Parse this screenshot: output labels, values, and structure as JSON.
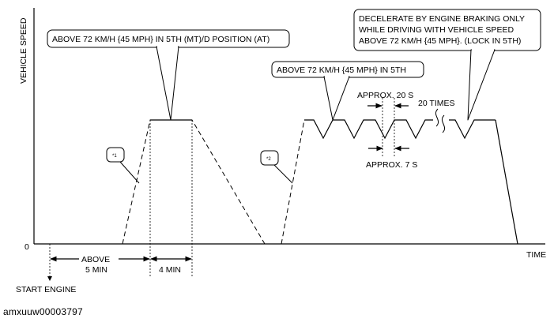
{
  "axes": {
    "y_label": "VEHICLE SPEED",
    "x_label": "TIME",
    "origin_label": "0"
  },
  "callouts": {
    "phase1": "ABOVE 72 KM/H {45 MPH} IN 5TH (MT)/D POSITION (AT)",
    "phase2": "ABOVE 72 KM/H {45 MPH} IN 5TH",
    "decel": [
      "DECELERATE BY ENGINE BRAKING ONLY",
      "WHILE DRIVING WITH VEHICLE SPEED",
      "ABOVE 72 KM/H {45 MPH}. (LOCK IN 5TH)"
    ]
  },
  "notes": {
    "note1": "*1",
    "note2": "*2"
  },
  "timing": {
    "approx_20": "APPROX. 20 S",
    "approx_7": "APPROX. 7 S",
    "repeat": "20 TIMES",
    "above": "ABOVE",
    "five_min": "5 MIN",
    "four_min": "4 MIN",
    "start_engine": "START ENGINE"
  },
  "reference_id": "amxuuw00003797"
}
